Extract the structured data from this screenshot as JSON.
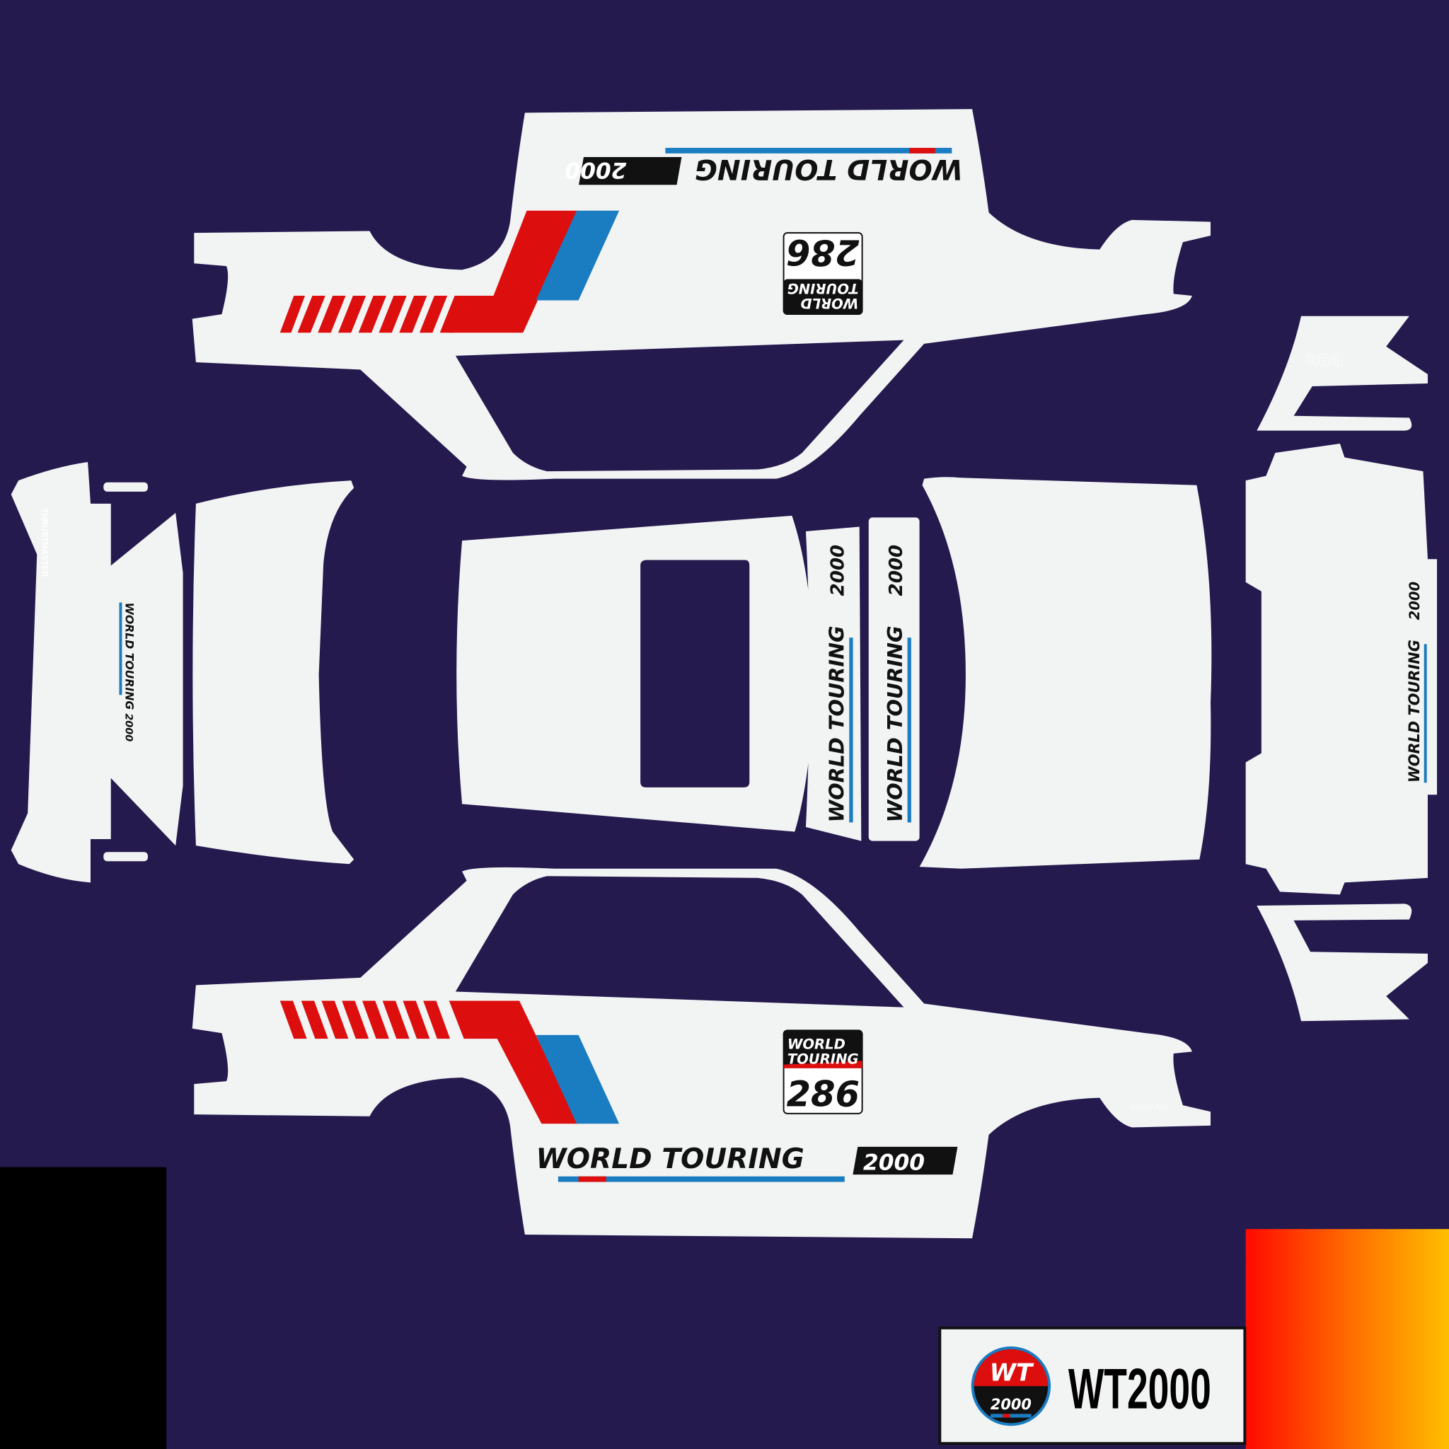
{
  "template": {
    "background_color": "#241a4e",
    "panel_color": "#f2f3f3",
    "accent_red": "#dd0e0e",
    "accent_blue": "#1a7cc1"
  },
  "decals": {
    "series_name": "WORLD TOURING",
    "series_year": "2000",
    "plate_line1": "WORLD",
    "plate_line2": "TOURING",
    "car_number": "286"
  },
  "sponsors": {
    "wing_sponsor": "THRUSTMASTER",
    "rear_quarter_sponsor": "Google Ads",
    "wheel_brand": "BBS"
  },
  "logo_card": {
    "badge_top": "WT",
    "badge_bottom": "2000",
    "wordmark": "WT2000"
  }
}
